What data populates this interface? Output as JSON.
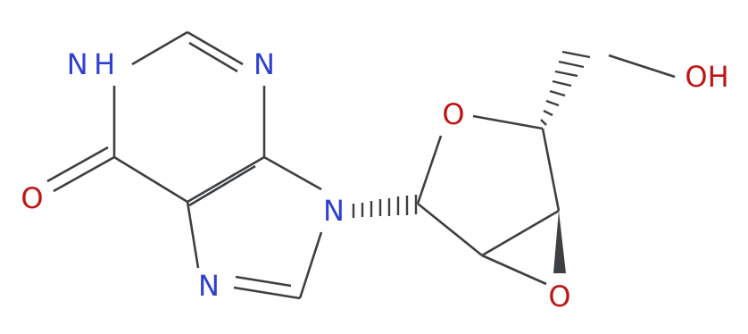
{
  "atoms": {
    "nh": "N H",
    "n3": "N",
    "o6": "O",
    "n7": "N",
    "n9": "N",
    "o_ring": "O",
    "o_epoxide": "O",
    "oh": "OH"
  }
}
